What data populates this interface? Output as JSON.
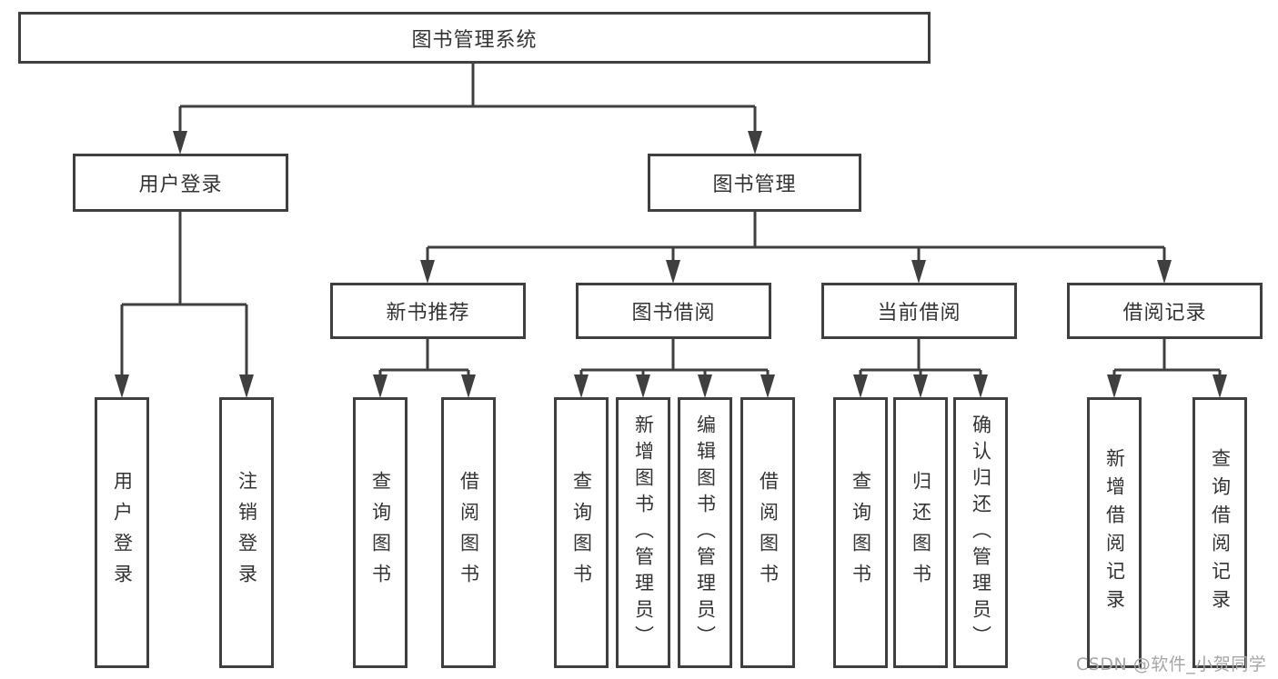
{
  "tree": {
    "root": {
      "label": "图书管理系统"
    },
    "branches": [
      {
        "label": "用户登录",
        "children": [
          {
            "label": "用户登录"
          },
          {
            "label": "注销登录"
          }
        ]
      },
      {
        "label": "图书管理",
        "children": [
          {
            "label": "新书推荐",
            "children": [
              {
                "label": "查询图书"
              },
              {
                "label": "借阅图书"
              }
            ]
          },
          {
            "label": "图书借阅",
            "children": [
              {
                "label": "查询图书"
              },
              {
                "label": "新增图书（管理员）"
              },
              {
                "label": "编辑图书（管理员）"
              },
              {
                "label": "借阅图书"
              }
            ]
          },
          {
            "label": "当前借阅",
            "children": [
              {
                "label": "查询图书"
              },
              {
                "label": "归还图书"
              },
              {
                "label": "确认归还（管理员）"
              }
            ]
          },
          {
            "label": "借阅记录",
            "children": [
              {
                "label": "新增借阅记录"
              },
              {
                "label": "查询借阅记录"
              }
            ]
          }
        ]
      }
    ]
  },
  "watermark": "CSDN @软件_小贺同学",
  "colors": {
    "line": "#3f3f3f",
    "box_border": "#3f3f3f",
    "box_fill": "#ffffff",
    "text": "#333333",
    "watermark": "#a6a6a6",
    "background": "#ffffff"
  }
}
